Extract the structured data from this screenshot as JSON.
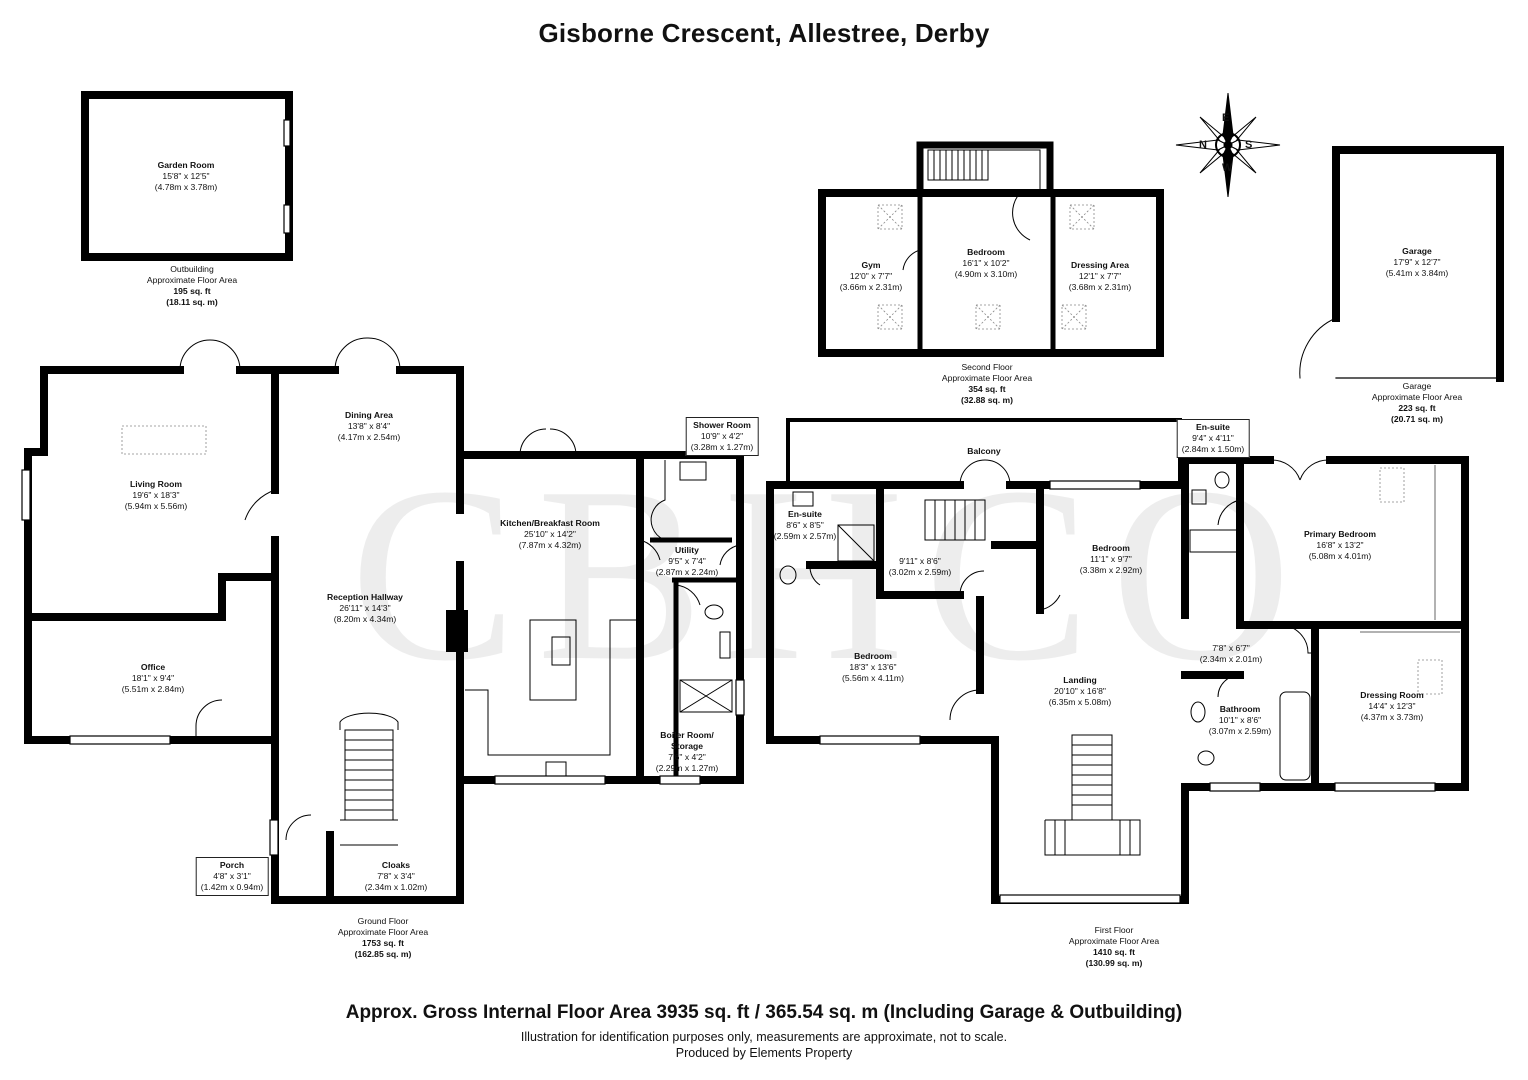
{
  "title": "Gisborne Crescent, Allestree, Derby",
  "watermark": "CBHCO",
  "compass": {
    "n": "N",
    "e": "E",
    "s": "S",
    "w": "W"
  },
  "rooms": {
    "garden_room": {
      "name": "Garden Room",
      "imperial": "15'8\" x 12'5\"",
      "metric": "(4.78m x 3.78m)"
    },
    "gym": {
      "name": "Gym",
      "imperial": "12'0\" x 7'7\"",
      "metric": "(3.66m x 2.31m)"
    },
    "second_bedroom": {
      "name": "Bedroom",
      "imperial": "16'1\" x 10'2\"",
      "metric": "(4.90m x 3.10m)"
    },
    "dressing_area": {
      "name": "Dressing Area",
      "imperial": "12'1\" x 7'7\"",
      "metric": "(3.68m x 2.31m)"
    },
    "garage": {
      "name": "Garage",
      "imperial": "17'9\" x 12'7\"",
      "metric": "(5.41m x 3.84m)"
    },
    "living_room": {
      "name": "Living Room",
      "imperial": "19'6\" x 18'3\"",
      "metric": "(5.94m x 5.56m)"
    },
    "dining_area": {
      "name": "Dining Area",
      "imperial": "13'8\" x 8'4\"",
      "metric": "(4.17m x 2.54m)"
    },
    "reception_hallway": {
      "name": "Reception Hallway",
      "imperial": "26'11\" x 14'3\"",
      "metric": "(8.20m x 4.34m)"
    },
    "office": {
      "name": "Office",
      "imperial": "18'1\" x 9'4\"",
      "metric": "(5.51m x 2.84m)"
    },
    "kitchen": {
      "name": "Kitchen/Breakfast Room",
      "imperial": "25'10\" x 14'2\"",
      "metric": "(7.87m x 4.32m)"
    },
    "shower_room": {
      "name": "Shower Room",
      "imperial": "10'9\" x 4'2\"",
      "metric": "(3.28m x 1.27m)"
    },
    "utility": {
      "name": "Utility",
      "imperial": "9'5\" x 7'4\"",
      "metric": "(2.87m x 2.24m)"
    },
    "boiler_room": {
      "name": "Boiler Room/ Storage",
      "imperial": "7'6\" x 4'2\"",
      "metric": "(2.29m x 1.27m)"
    },
    "porch": {
      "name": "Porch",
      "imperial": "4'8\" x 3'1\"",
      "metric": "(1.42m x 0.94m)"
    },
    "cloaks": {
      "name": "Cloaks",
      "imperial": "7'8\" x 3'4\"",
      "metric": "(2.34m x 1.02m)"
    },
    "balcony": {
      "name": "Balcony"
    },
    "en_suite_1": {
      "name": "En-suite",
      "imperial": "8'6\" x 8'5\"",
      "metric": "(2.59m x 2.57m)"
    },
    "first_room_unnamed": {
      "imperial": "9'11\" x 8'6\"",
      "metric": "(3.02m x 2.59m)"
    },
    "first_bedroom_small": {
      "name": "Bedroom",
      "imperial": "11'1\" x 9'7\"",
      "metric": "(3.38m x 2.92m)"
    },
    "en_suite_2": {
      "name": "En-suite",
      "imperial": "9'4\" x 4'11\"",
      "metric": "(2.84m x 1.50m)"
    },
    "primary_bedroom": {
      "name": "Primary Bedroom",
      "imperial": "16'8\" x 13'2\"",
      "metric": "(5.08m x 4.01m)"
    },
    "first_bedroom_large": {
      "name": "Bedroom",
      "imperial": "18'3\" x 13'6\"",
      "metric": "(5.56m x 4.11m)"
    },
    "landing": {
      "name": "Landing",
      "imperial": "20'10\" x 16'8\"",
      "metric": "(6.35m x 5.08m)"
    },
    "small_room_unnamed": {
      "imperial": "7'8\" x 6'7\"",
      "metric": "(2.34m x 2.01m)"
    },
    "bathroom": {
      "name": "Bathroom",
      "imperial": "10'1\" x 8'6\"",
      "metric": "(3.07m x 2.59m)"
    },
    "dressing_room": {
      "name": "Dressing Room",
      "imperial": "14'4\" x 12'3\"",
      "metric": "(4.37m x 3.73m)"
    }
  },
  "areas": {
    "outbuilding": {
      "name": "Outbuilding",
      "label": "Approximate Floor Area",
      "sqft": "195 sq. ft",
      "sqm": "(18.11 sq. m)"
    },
    "second_floor": {
      "name": "Second Floor",
      "label": "Approximate Floor Area",
      "sqft": "354 sq. ft",
      "sqm": "(32.88 sq. m)"
    },
    "garage": {
      "name": "Garage",
      "label": "Approximate Floor Area",
      "sqft": "223 sq. ft",
      "sqm": "(20.71 sq. m)"
    },
    "ground_floor": {
      "name": "Ground Floor",
      "label": "Approximate Floor Area",
      "sqft": "1753 sq. ft",
      "sqm": "(162.85 sq. m)"
    },
    "first_floor": {
      "name": "First Floor",
      "label": "Approximate Floor Area",
      "sqft": "1410 sq. ft",
      "sqm": "(130.99 sq. m)"
    }
  },
  "footer": {
    "gross": "Approx. Gross Internal Floor Area 3935 sq. ft / 365.54 sq. m (Including Garage & Outbuilding)",
    "disclaimer": "Illustration for identification purposes only, measurements are approximate, not to scale.",
    "producer": "Produced by Elements Property"
  }
}
